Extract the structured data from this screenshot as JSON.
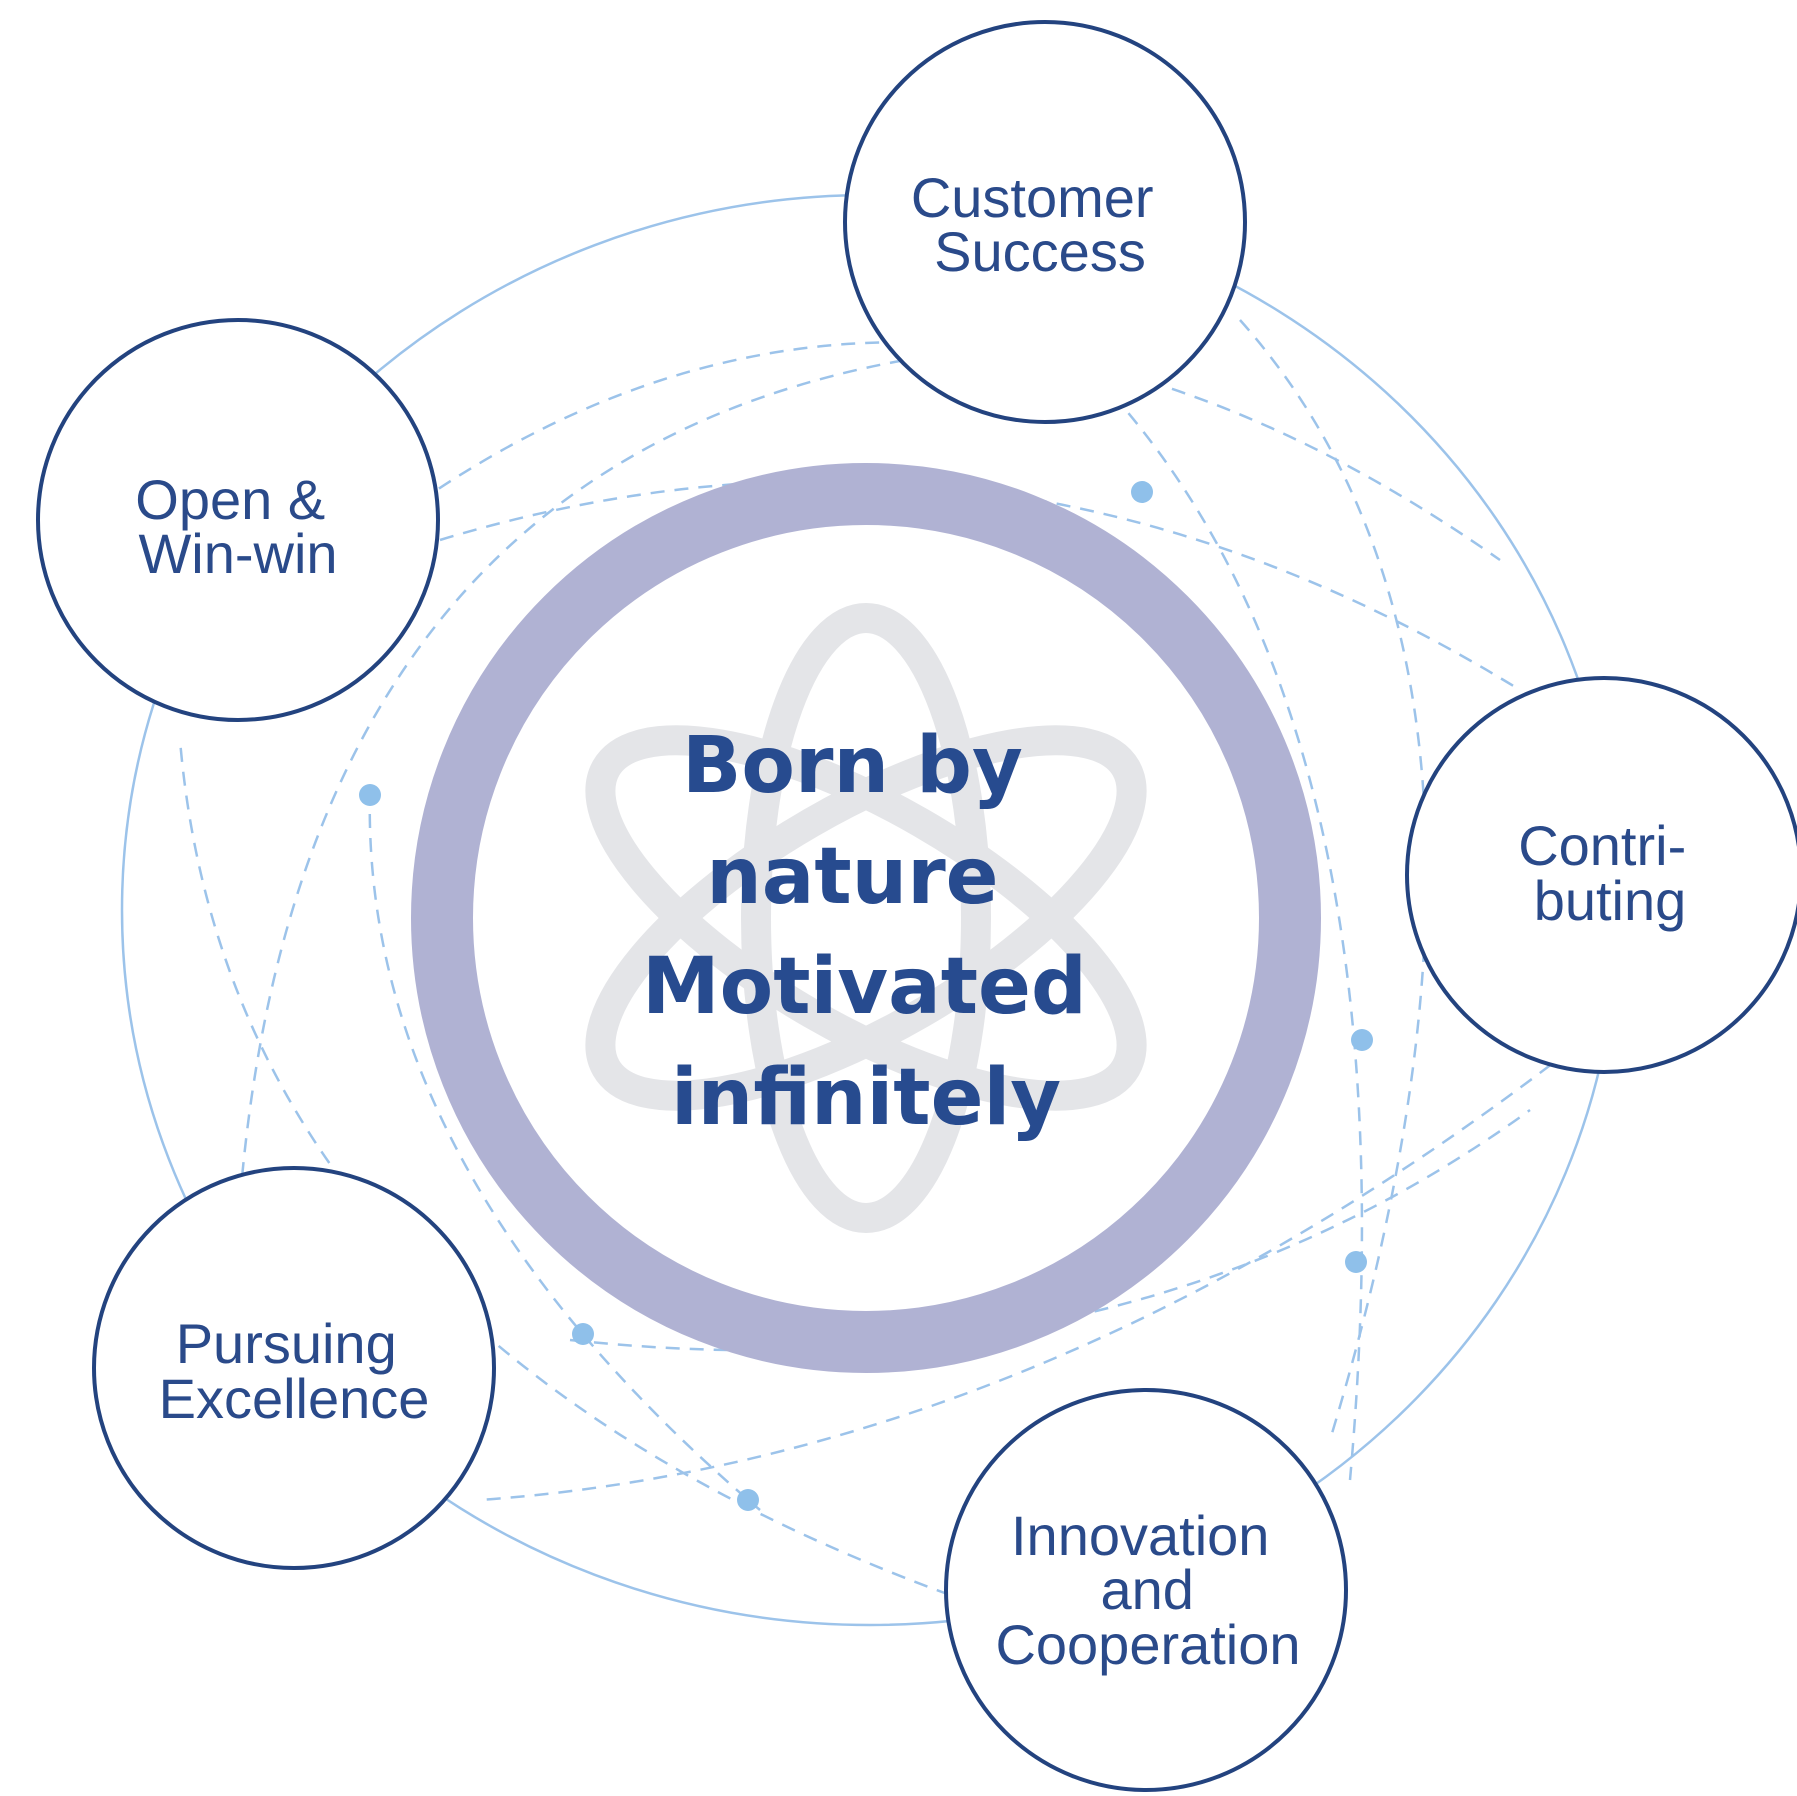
{
  "center": {
    "lines": [
      "Born by",
      "nature",
      "Motivated",
      "infinitely"
    ]
  },
  "values": [
    {
      "id": "customer-success",
      "lines": [
        "Customer",
        "Success"
      ]
    },
    {
      "id": "open-win-win",
      "lines": [
        "Open &",
        "Win-win"
      ]
    },
    {
      "id": "contributing",
      "lines": [
        "Contri-",
        "buting"
      ]
    },
    {
      "id": "pursuing-excellence",
      "lines": [
        "Pursuing",
        "Excellence"
      ]
    },
    {
      "id": "innovation-cooperation",
      "lines": [
        "Innovation",
        "and",
        "Cooperation"
      ]
    }
  ],
  "colors": {
    "circle_stroke": "#23437f",
    "text": "#2a4a8a",
    "center_text": "#274b8f",
    "ring": "#b0b2d3",
    "orbit": "#9cc3ea",
    "atom_logo": "#e4e5e8"
  },
  "icons": {
    "center_logo": "atom-icon"
  }
}
